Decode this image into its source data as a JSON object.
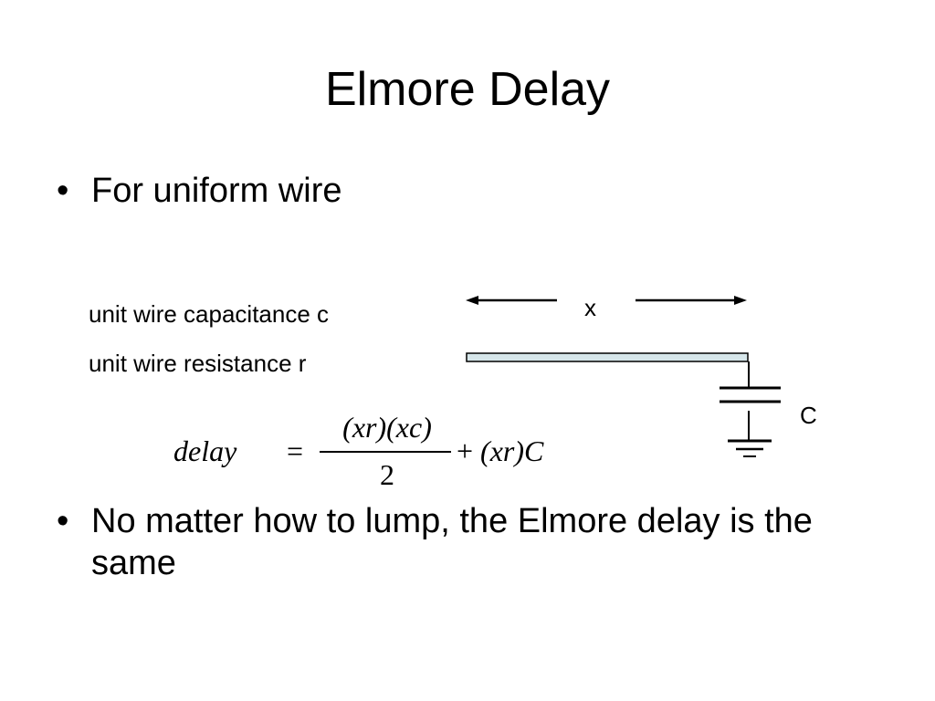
{
  "slide": {
    "title": "Elmore Delay",
    "bullets": [
      "For uniform wire",
      "No matter how to lump, the Elmore delay is the same"
    ],
    "bullet_symbol": "•",
    "labels": {
      "capacitance": "unit wire capacitance c",
      "resistance": "unit wire resistance r"
    },
    "diagram": {
      "length_label": "x",
      "load_label": "C",
      "wire_color": "#d6e6ea"
    },
    "formula": {
      "lhs": "delay",
      "equals": "=",
      "numerator": "(xr)(xc)",
      "denominator": "2",
      "plus": "+",
      "rhs": "(xr)C"
    }
  }
}
